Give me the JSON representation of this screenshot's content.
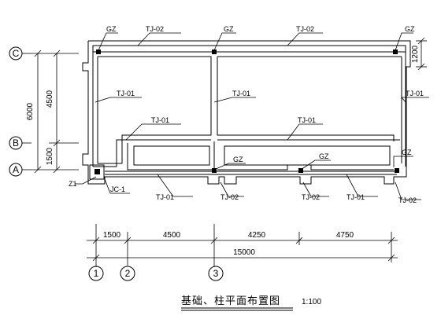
{
  "labels": {
    "gz": "GZ",
    "tj01": "TJ-01",
    "tj02": "TJ-02",
    "z1": "Z1",
    "jc1": "JC-1"
  },
  "axes": {
    "A": "A",
    "B": "B",
    "C": "C",
    "n1": "1",
    "n2": "2",
    "n3": "3"
  },
  "dims": {
    "left_total": "6000",
    "left_upper": "4500",
    "left_lower": "1500",
    "right_top": "1200",
    "d1": "1500",
    "d2": "4500",
    "d3": "4250",
    "d4": "4750",
    "total": "15000"
  },
  "title": "基础、柱平面布置图",
  "scale": "1:100"
}
